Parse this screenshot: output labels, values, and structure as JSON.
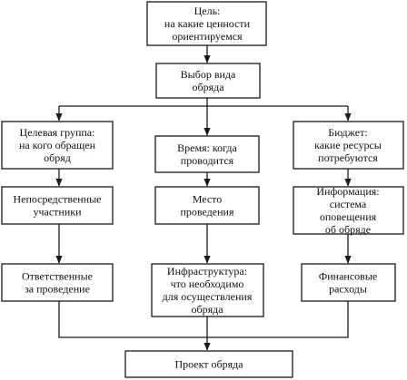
{
  "nodes": {
    "goal": [
      "Цель:",
      "на какие ценности",
      "ориентируемся"
    ],
    "choice": [
      "Выбор вида",
      "обряда"
    ],
    "target_group": [
      "Целевая группа:",
      "на кого обращен",
      "обряд"
    ],
    "time": [
      "Время: когда",
      "проводится"
    ],
    "budget": [
      "Бюджет:",
      "какие ресурсы",
      "потребуются"
    ],
    "participants": [
      "Непосредственные",
      "участники"
    ],
    "place": [
      "Место",
      "проведения"
    ],
    "information": [
      "Информация:",
      "система",
      "оповещения",
      "об обряде"
    ],
    "responsible": [
      "Ответственные",
      "за проведение"
    ],
    "infrastructure": [
      "Инфраструктура:",
      "что необходимо",
      "для осуществления",
      "обряда"
    ],
    "finance": [
      "Финансовые",
      "расходы"
    ],
    "project": [
      "Проект обряда"
    ]
  }
}
